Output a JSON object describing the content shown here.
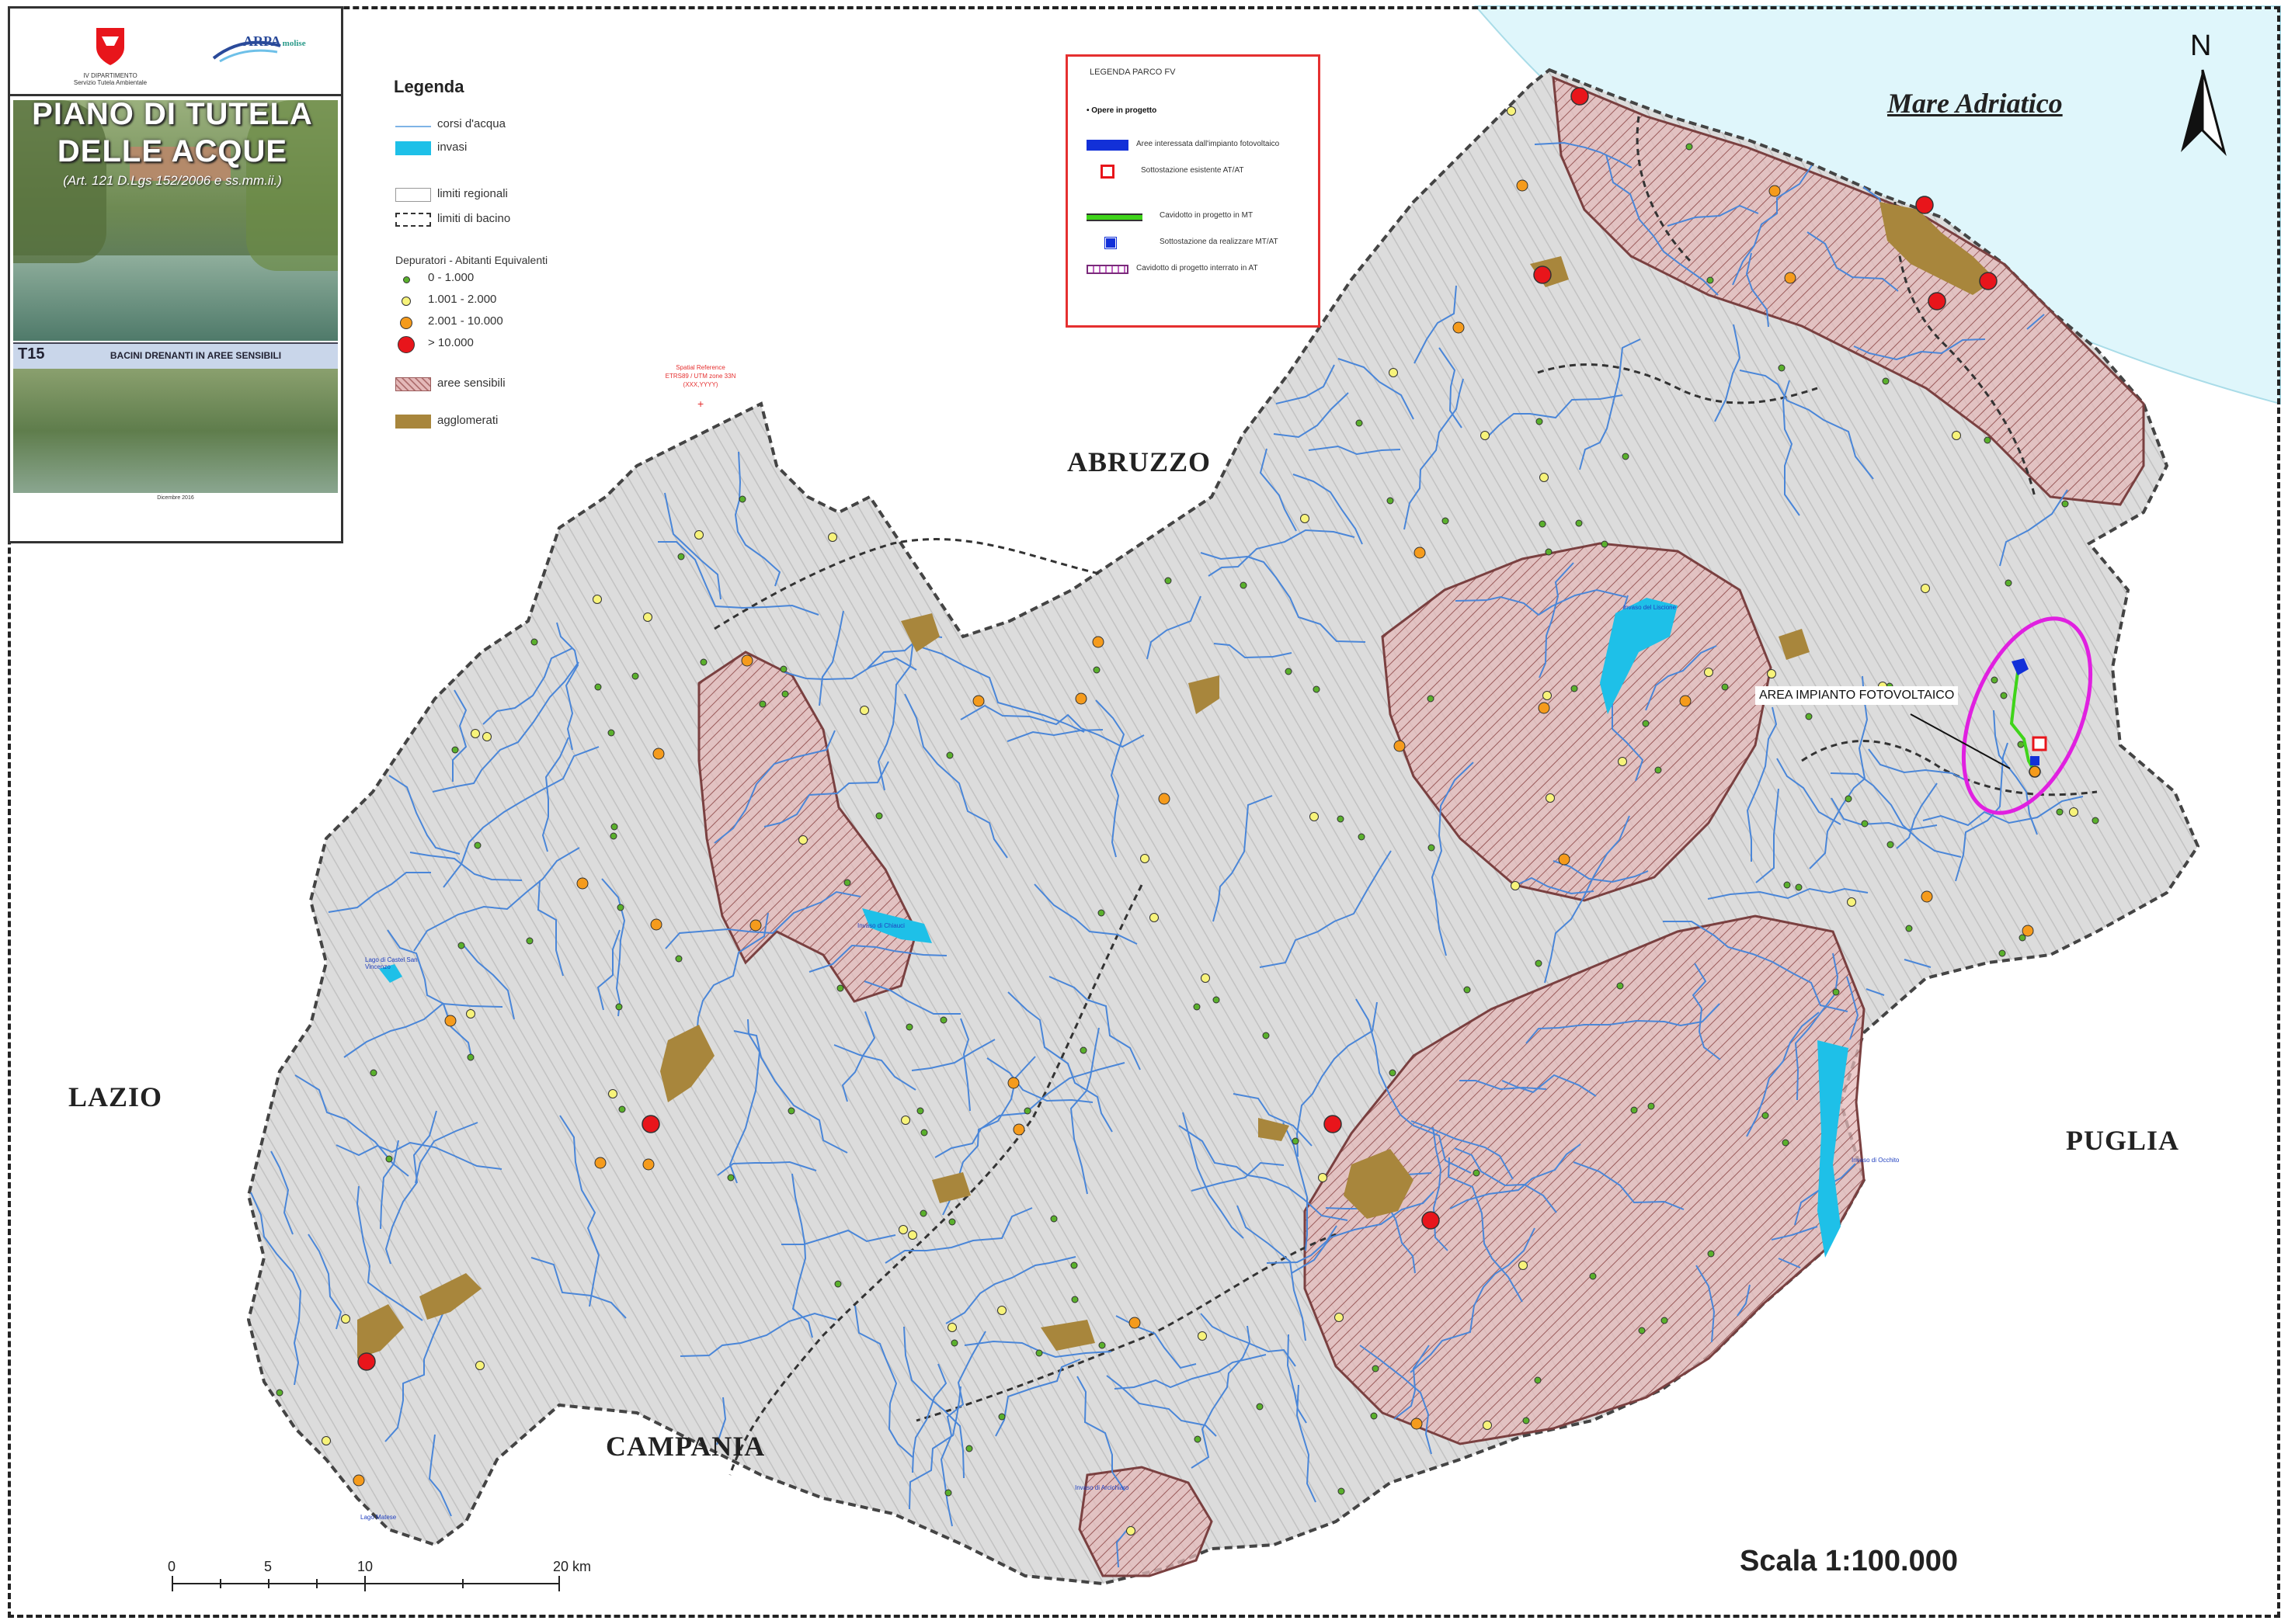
{
  "title_panel": {
    "logo_left_text": "IV DIPARTIMENTO\nServizio Tutela Ambientale",
    "logo_right_text": "ARPA",
    "logo_right_suffix": "molise",
    "plan_title_line1": "PIANO DI TUTELA",
    "plan_title_line2": "DELLE ACQUE",
    "plan_subtitle": "(Art. 121 D.Lgs 152/2006 e ss.mm.ii.)",
    "code": "T15",
    "code_desc": "BACINI DRENANTI IN AREE SENSIBILI",
    "footer_date": "Dicembre 2016"
  },
  "legend": {
    "title": "Legenda",
    "items": [
      {
        "label": "corsi d'acqua",
        "symbol": "line",
        "color": "#7fb4e6"
      },
      {
        "label": "invasi",
        "symbol": "fill",
        "color": "#1ec0e8"
      },
      {
        "label": "limiti regionali",
        "symbol": "box",
        "color": "#ffffff"
      },
      {
        "label": "limiti di bacino",
        "symbol": "dashed-box",
        "color": "#ffffff"
      }
    ],
    "depuratori_title": "Depuratori - Abitanti Equivalenti",
    "depuratori": [
      {
        "label": "0 - 1.000",
        "color": "#5ab02c",
        "size": 6
      },
      {
        "label": "1.001 - 2.000",
        "color": "#f7f37a",
        "size": 9
      },
      {
        "label": "2.001 - 10.000",
        "color": "#f59b1c",
        "size": 12
      },
      {
        "label": "> 10.000",
        "color": "#e8151b",
        "size": 18
      }
    ],
    "areas": [
      {
        "label": "aree sensibili",
        "symbol": "hatch",
        "color": "#c98c8c"
      },
      {
        "label": "agglomerati",
        "symbol": "fill",
        "color": "#a8863c"
      }
    ]
  },
  "fv_legend": {
    "title": "LEGENDA PARCO FV",
    "section": "• Opere in progetto",
    "items": [
      {
        "label": "Aree interessata dall'impianto fotovoltaico",
        "symbol": "blue-fill"
      },
      {
        "label": "Sottostazione esistente AT/AT",
        "symbol": "red-square"
      },
      {
        "label": "Cavidotto in progetto in MT",
        "symbol": "green-line"
      },
      {
        "label": "Sottostazione da realizzare MT/AT",
        "symbol": "blue-square"
      },
      {
        "label": "Cavidotto di progetto interrato in AT",
        "symbol": "purple-line"
      }
    ]
  },
  "map": {
    "regions": {
      "abruzzo": "ABRUZZO",
      "lazio": "LAZIO",
      "campania": "CAMPANIA",
      "puglia": "PUGLIA"
    },
    "sea": "Mare Adriatico",
    "north": "N",
    "area_label": "AREA IMPIANTO FOTOVOLTAICO",
    "reference": "Spatial Reference\nETRS89 / UTM zone 33N\n(XXX,YYYY)",
    "lakes": [
      "Invaso del Liscione",
      "Invaso di Occhito",
      "Invaso di Chiauci",
      "Lago di Castel San Vincenzo",
      "Invaso di Arcichiaro",
      "Lago Matese"
    ],
    "scale": "Scala 1:100.000",
    "scalebar": {
      "ticks": [
        "0",
        "5",
        "10",
        "20 km"
      ],
      "values_km": [
        0,
        5,
        10,
        20
      ]
    }
  },
  "colors": {
    "sea": "#dff6fb",
    "land_relief": "#d4d4d4",
    "river": "#4a86d8",
    "sensitive_fill": "#d6a6a6",
    "sensitive_line": "#8a5050",
    "agglomerate": "#a8863c",
    "accent_red": "#e53030",
    "magenta": "#e020e0"
  }
}
